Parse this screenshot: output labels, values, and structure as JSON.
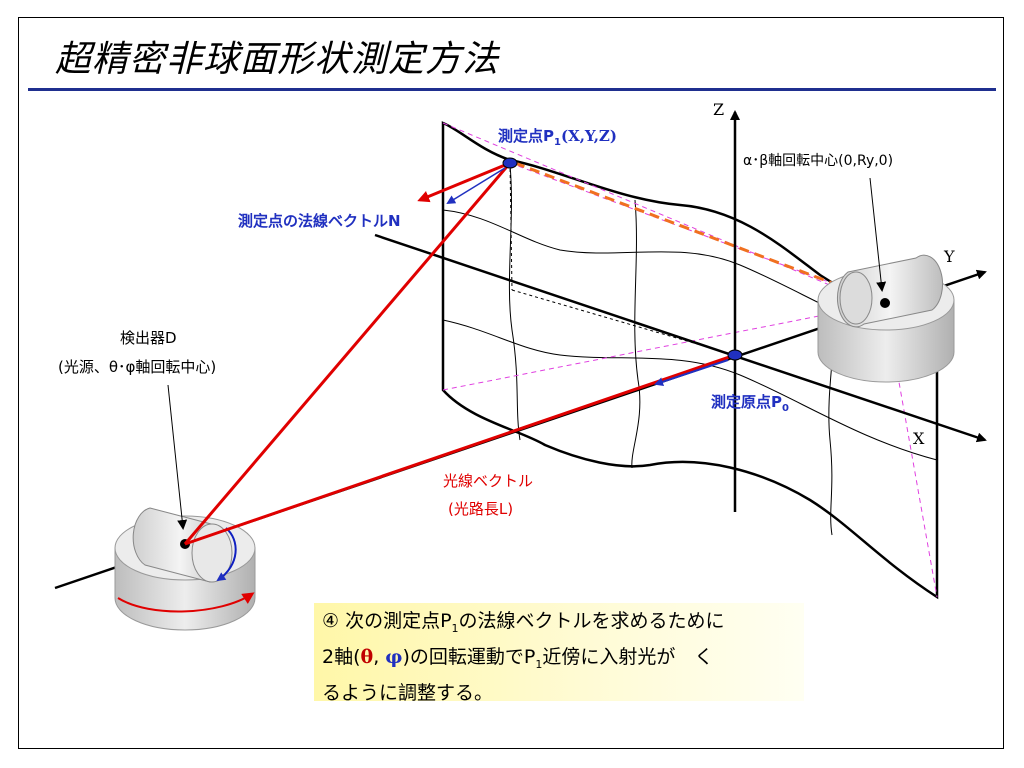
{
  "title": "超精密非球面形状測定方法",
  "labels": {
    "measure_point_prefix": "測定点P",
    "measure_point_sub": "1",
    "measure_point_coords": "(X,Y,Z)",
    "normal_vector": "測定点の法線ベクトルN",
    "rotation_center": "α･β軸回転中心(0,Ry,0)",
    "detector_title": "検出器D",
    "detector_sub": "(光源、θ･φ軸回転中心)",
    "origin_prefix": "測定原点P",
    "origin_sub": "0",
    "ray_vector": "光線ベクトル",
    "path_length": "(光路長L)",
    "axis_x": "X",
    "axis_y": "Y",
    "axis_z": "Z"
  },
  "note": {
    "line1_a": "④ 次の測定点P",
    "line1_sub": "1",
    "line1_b": "の法線ベクトルを求めるために",
    "line2_a": "2軸(",
    "theta": "θ",
    "comma": ", ",
    "phi": "φ",
    "line2_b": ")の回転運動でP",
    "line2_sub": "1",
    "line2_c": "近傍に入射光が　く",
    "line3": "るように調整する。"
  },
  "colors": {
    "title_rule": "#1f2f8f",
    "ray": "#e00000",
    "blue_label": "#2030c0",
    "dash_magenta": "#e040e0",
    "dash_orange": "#f07020"
  }
}
